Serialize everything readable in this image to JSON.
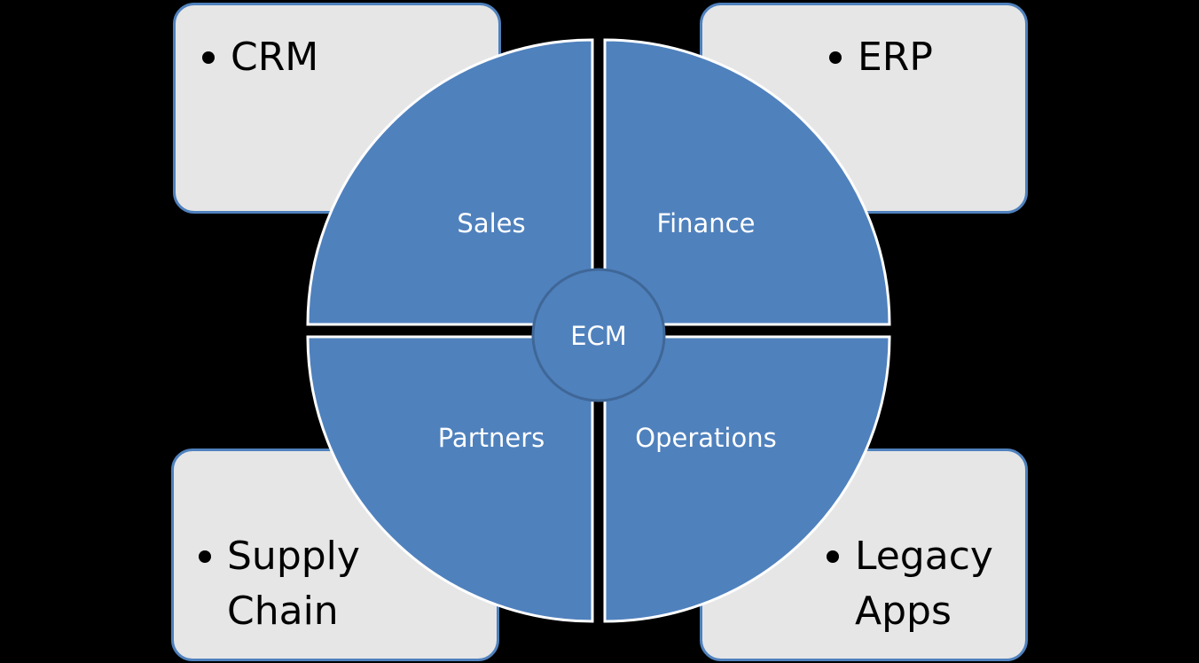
{
  "title": "ECM integration diagram",
  "colors": {
    "background": "#000000",
    "segment_fill": "#4f81bd",
    "segment_stroke": "#ffffff",
    "box_fill": "#e6e6e6",
    "box_border": "#4f81bd",
    "center_stroke": "#3f6797"
  },
  "center": {
    "label": "ECM"
  },
  "segments": [
    {
      "id": "sales",
      "label": "Sales"
    },
    {
      "id": "finance",
      "label": "Finance"
    },
    {
      "id": "partners",
      "label": "Partners"
    },
    {
      "id": "operations",
      "label": "Operations"
    }
  ],
  "boxes": [
    {
      "id": "crm",
      "lines": [
        "CRM"
      ]
    },
    {
      "id": "erp",
      "lines": [
        "ERP"
      ]
    },
    {
      "id": "supply-chain",
      "lines": [
        "Supply",
        "Chain"
      ]
    },
    {
      "id": "legacy-apps",
      "lines": [
        "Legacy",
        "Apps"
      ]
    }
  ]
}
